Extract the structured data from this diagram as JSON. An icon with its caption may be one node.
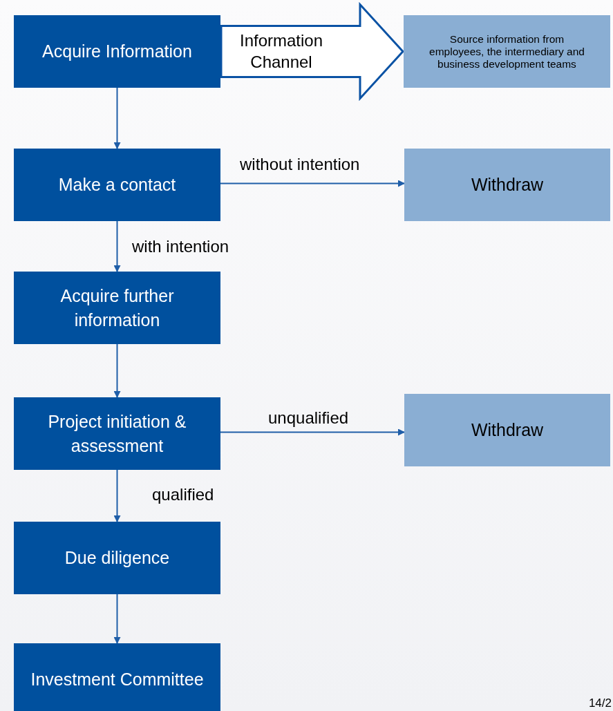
{
  "diagram": {
    "nodes": [
      {
        "text": [
          "Acquire Information"
        ]
      },
      {
        "text": [
          "Source information from employees, the intermediary and business development teams"
        ]
      },
      {
        "text": [
          "Make a contact"
        ]
      },
      {
        "text": [
          "Withdraw"
        ]
      },
      {
        "text": [
          "Acquire further information"
        ]
      },
      {
        "text": [
          "Project initiation & assessment"
        ]
      },
      {
        "text": [
          "Withdraw"
        ]
      },
      {
        "text": [
          "Due diligence"
        ]
      },
      {
        "text": [
          "Investment Committee"
        ]
      }
    ],
    "edges": [
      {
        "from": 0,
        "to": 1,
        "label": "Information Channel",
        "arrow": "to"
      },
      {
        "from": 0,
        "to": 2,
        "arrow": "to"
      },
      {
        "from": 2,
        "to": 3,
        "label": "without intention",
        "arrow": "to"
      },
      {
        "from": 2,
        "to": 4,
        "label": "with intention",
        "arrow": "to"
      },
      {
        "from": 4,
        "to": 5,
        "arrow": "to"
      },
      {
        "from": 5,
        "to": 6,
        "label": "unqualified",
        "arrow": "to"
      },
      {
        "from": 5,
        "to": 7,
        "label": "qualified",
        "arrow": "to"
      },
      {
        "from": 7,
        "to": 8,
        "arrow": "to"
      }
    ],
    "labels": [
      "14/2"
    ]
  }
}
